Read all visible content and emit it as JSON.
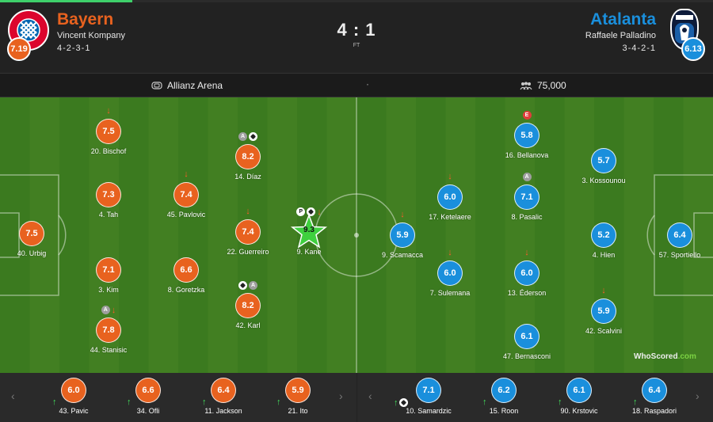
{
  "colors": {
    "home": "#e8621f",
    "away": "#1a8fdc",
    "star": "#3fd03f",
    "progress": "#3ecf6a"
  },
  "home": {
    "name": "Bayern",
    "coach": "Vincent Kompany",
    "formation": "4-2-3-1",
    "rating": "7.19",
    "crest_icon": "bayern-crest-icon"
  },
  "away": {
    "name": "Atalanta",
    "coach": "Raffaele Palladino",
    "formation": "3-4-2-1",
    "rating": "6.13",
    "crest_icon": "atalanta-crest-icon"
  },
  "score": "4 : 1",
  "status": "FT",
  "venue": "Allianz Arena",
  "separator": "·",
  "attendance": "75,000",
  "home_players": [
    {
      "name": "20. Bischof",
      "rating": "7.5",
      "events": [
        "sub-off"
      ]
    },
    {
      "name": "14. Díaz",
      "rating": "8.2",
      "events": [
        "assist",
        "goal"
      ]
    },
    {
      "name": "4. Tah",
      "rating": "7.3",
      "events": []
    },
    {
      "name": "45. Pavlovic",
      "rating": "7.4",
      "events": [
        "sub-off"
      ]
    },
    {
      "name": "40. Urbig",
      "rating": "7.5",
      "events": []
    },
    {
      "name": "22. Guerreiro",
      "rating": "7.4",
      "events": [
        "sub-off"
      ]
    },
    {
      "name": "9. Kane",
      "rating": "9.3",
      "events": [
        "penalty",
        "goal",
        "sub-off"
      ],
      "man_of_the_match": true
    },
    {
      "name": "3. Kim",
      "rating": "7.1",
      "events": []
    },
    {
      "name": "8. Goretzka",
      "rating": "6.6",
      "events": []
    },
    {
      "name": "42. Karl",
      "rating": "8.2",
      "events": [
        "goal",
        "assist"
      ]
    },
    {
      "name": "44. Stanisic",
      "rating": "7.8",
      "events": [
        "assist",
        "sub-off"
      ]
    }
  ],
  "away_players": [
    {
      "name": "16. Bellanova",
      "rating": "5.8",
      "events": [
        "error"
      ]
    },
    {
      "name": "3. Kossounou",
      "rating": "5.7",
      "events": []
    },
    {
      "name": "17. Ketelaere",
      "rating": "6.0",
      "events": [
        "sub-off"
      ]
    },
    {
      "name": "8. Pasalic",
      "rating": "7.1",
      "events": [
        "assist"
      ]
    },
    {
      "name": "9. Scamacca",
      "rating": "5.9",
      "events": [
        "sub-off"
      ]
    },
    {
      "name": "4. Hien",
      "rating": "5.2",
      "events": []
    },
    {
      "name": "57. Sportiello",
      "rating": "6.4",
      "events": []
    },
    {
      "name": "7. Sulemana",
      "rating": "6.0",
      "events": [
        "sub-off"
      ]
    },
    {
      "name": "13. Éderson",
      "rating": "6.0",
      "events": [
        "sub-off"
      ]
    },
    {
      "name": "42. Scalvini",
      "rating": "5.9",
      "events": [
        "sub-off"
      ]
    },
    {
      "name": "47. Bernasconi",
      "rating": "6.1",
      "events": []
    }
  ],
  "home_subs": [
    {
      "name": "43. Pavic",
      "rating": "6.0",
      "events": [
        "sub-on"
      ]
    },
    {
      "name": "34. Ofli",
      "rating": "6.6",
      "events": [
        "sub-on"
      ]
    },
    {
      "name": "11. Jackson",
      "rating": "6.4",
      "events": [
        "sub-on"
      ]
    },
    {
      "name": "21. Ito",
      "rating": "5.9",
      "events": [
        "sub-on"
      ]
    }
  ],
  "away_subs": [
    {
      "name": "10. Samardzic",
      "rating": "7.1",
      "events": [
        "sub-on",
        "goal"
      ]
    },
    {
      "name": "15. Roon",
      "rating": "6.2",
      "events": [
        "sub-on"
      ]
    },
    {
      "name": "90. Krstovic",
      "rating": "6.1",
      "events": [
        "sub-on"
      ]
    },
    {
      "name": "18. Raspadori",
      "rating": "6.4",
      "events": [
        "sub-on"
      ]
    }
  ],
  "nav": {
    "prev": "‹",
    "next": "›"
  },
  "branding": {
    "who": "WhoScored",
    "dotcom": ".com"
  }
}
